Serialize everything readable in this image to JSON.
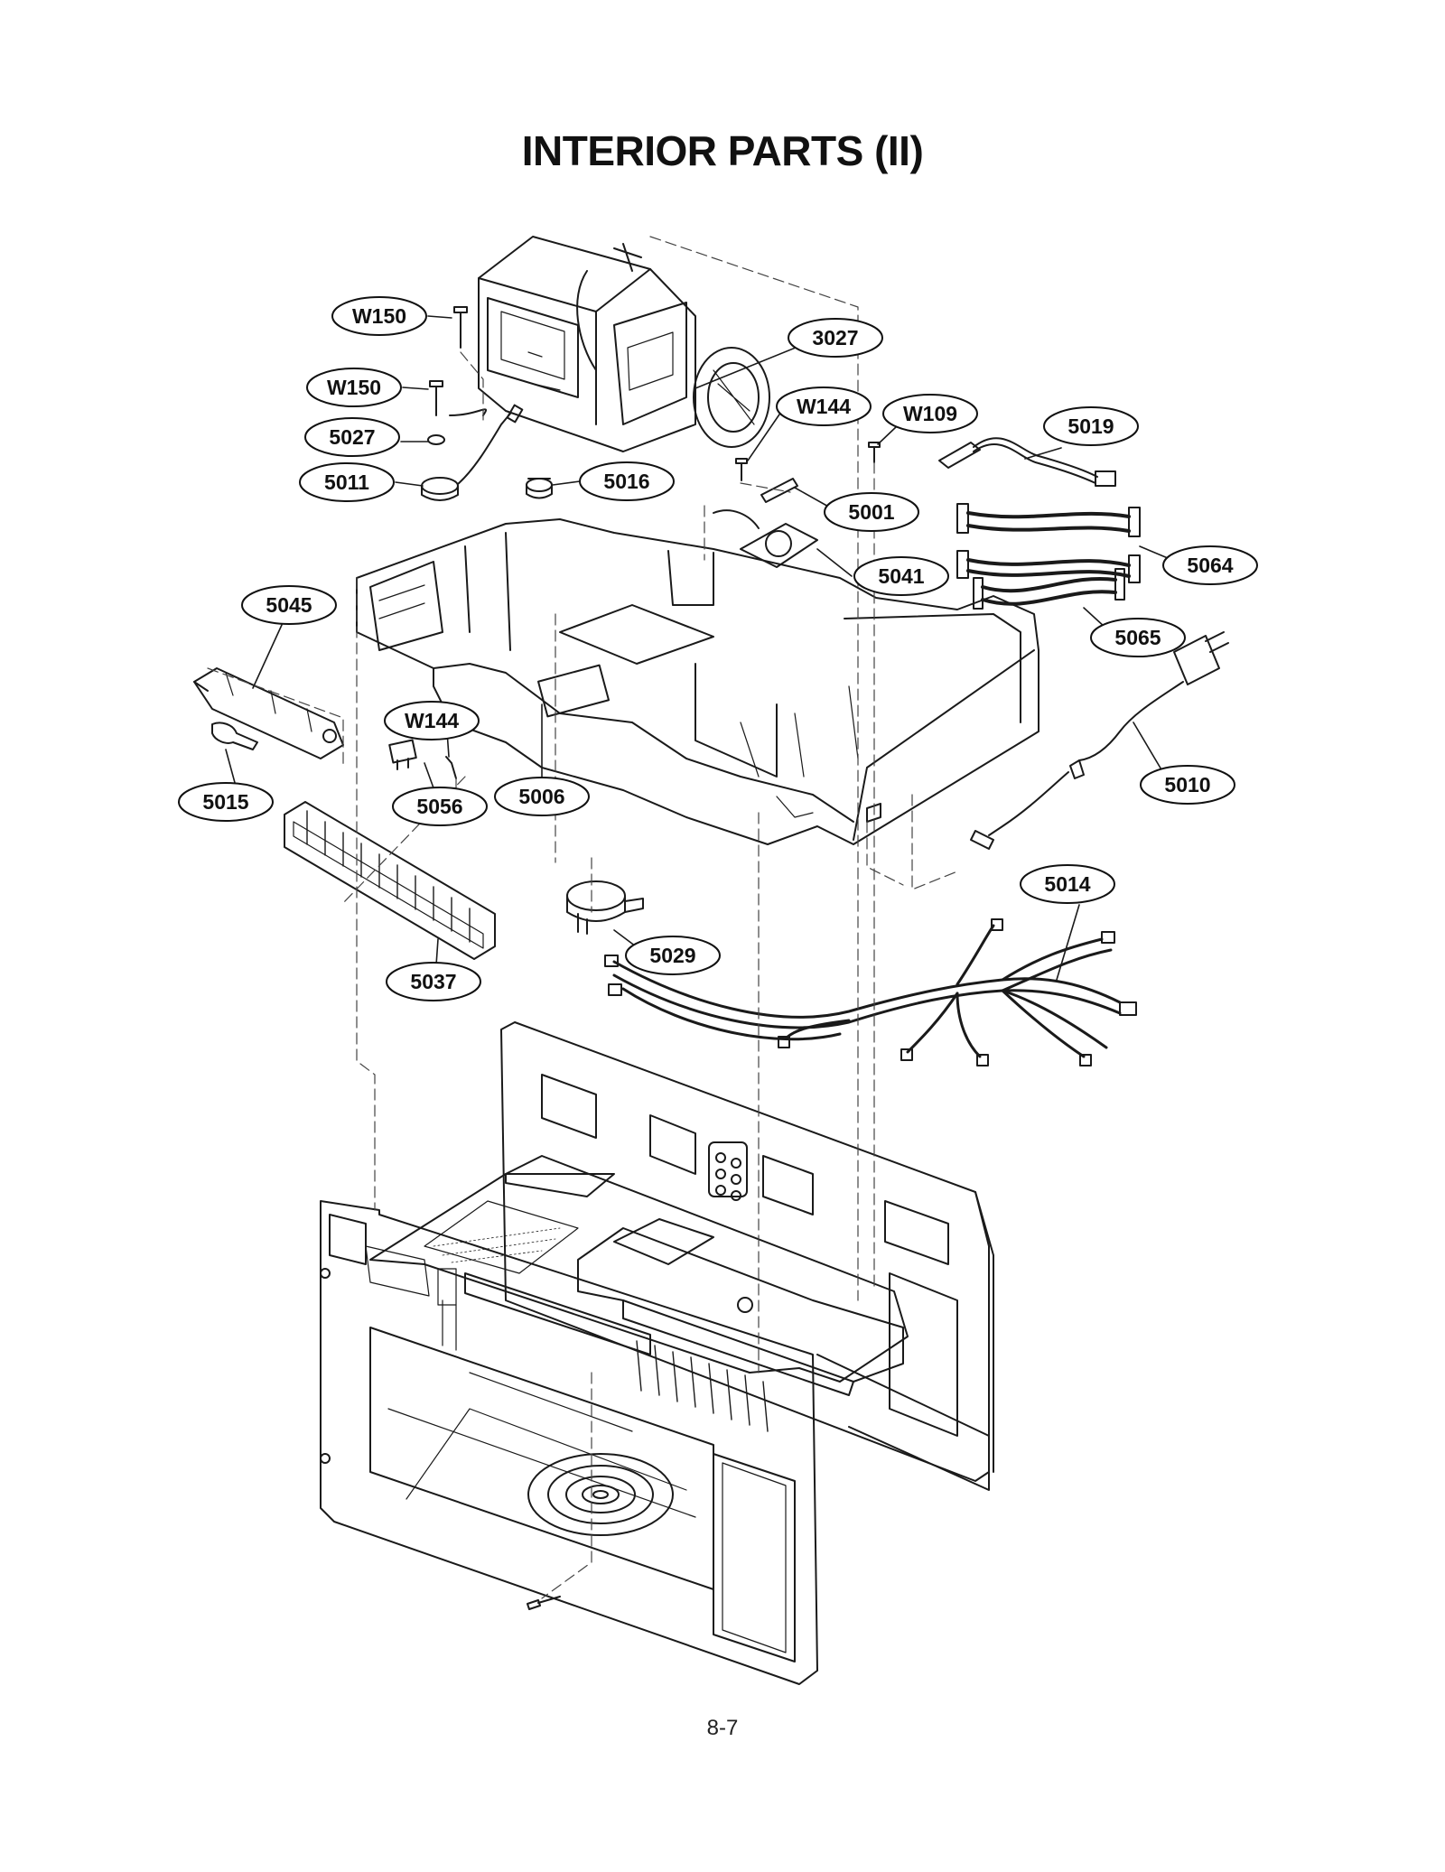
{
  "title": "INTERIOR PARTS (II)",
  "page_number": "8-7",
  "callouts": [
    {
      "id": "w150-top",
      "label": "W150"
    },
    {
      "id": "w150-lower",
      "label": "W150"
    },
    {
      "id": "5027",
      "label": "5027"
    },
    {
      "id": "5011",
      "label": "5011"
    },
    {
      "id": "5016",
      "label": "5016"
    },
    {
      "id": "3027",
      "label": "3027"
    },
    {
      "id": "w144-right",
      "label": "W144"
    },
    {
      "id": "w109",
      "label": "W109"
    },
    {
      "id": "5019",
      "label": "5019"
    },
    {
      "id": "5001",
      "label": "5001"
    },
    {
      "id": "5041",
      "label": "5041"
    },
    {
      "id": "5064",
      "label": "5064"
    },
    {
      "id": "5065",
      "label": "5065"
    },
    {
      "id": "5045",
      "label": "5045"
    },
    {
      "id": "w144-left",
      "label": "W144"
    },
    {
      "id": "5010",
      "label": "5010"
    },
    {
      "id": "5015",
      "label": "5015"
    },
    {
      "id": "5056",
      "label": "5056"
    },
    {
      "id": "5006",
      "label": "5006"
    },
    {
      "id": "5014",
      "label": "5014"
    },
    {
      "id": "5029",
      "label": "5029"
    },
    {
      "id": "5037",
      "label": "5037"
    }
  ]
}
